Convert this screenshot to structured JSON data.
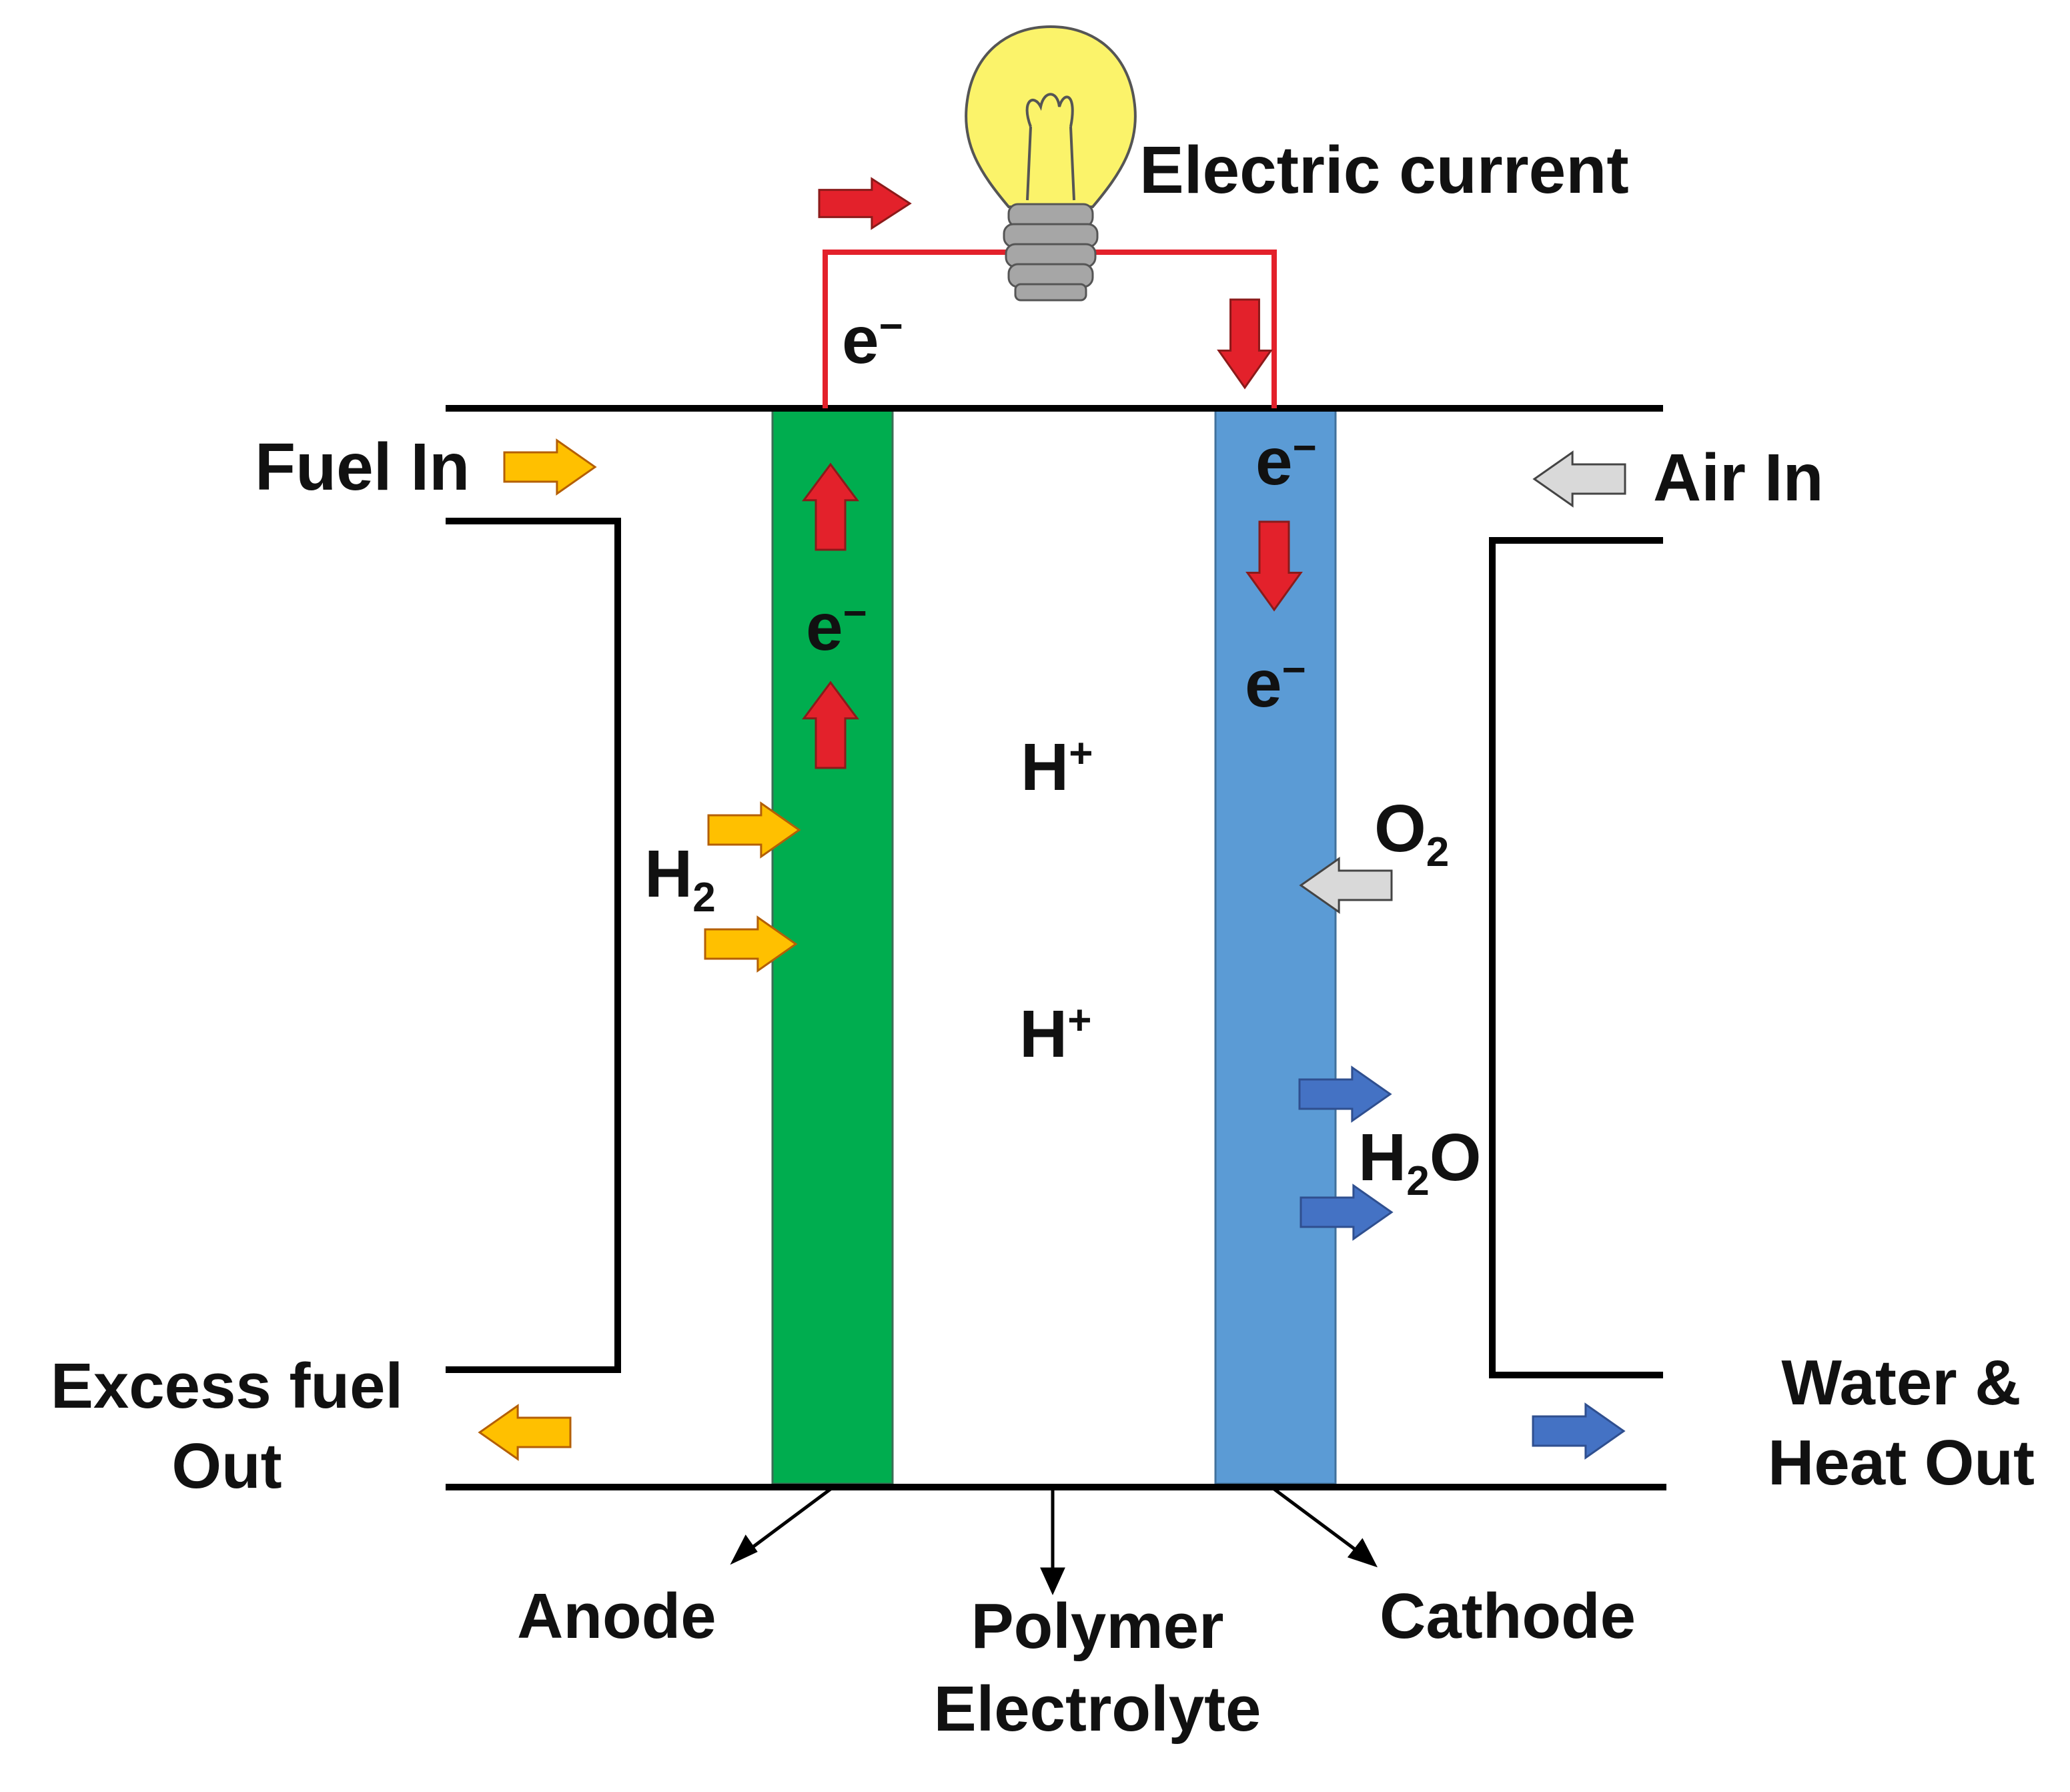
{
  "labels": {
    "electric_current": "Electric current",
    "fuel_in": "Fuel In",
    "air_in": "Air In",
    "excess_fuel_out_line1": "Excess fuel",
    "excess_fuel_out_line2": "Out",
    "water_heat_out_line1": "Water &",
    "water_heat_out_line2": "Heat Out",
    "anode": "Anode",
    "polymer_electrolyte_line1": "Polymer",
    "polymer_electrolyte_line2": "Electrolyte",
    "cathode": "Cathode"
  },
  "species": {
    "electron": {
      "base": "e",
      "sup": "−"
    },
    "proton": {
      "base": "H",
      "sup": "+"
    },
    "hydrogen": {
      "base": "H",
      "sub": "2"
    },
    "oxygen": {
      "base": "O",
      "sub": "2"
    },
    "water": {
      "base": "H",
      "sub": "2",
      "tail": "O"
    }
  },
  "colors": {
    "anode": "#00ad4f",
    "cathode": "#5b9bd5",
    "wire": "#e3212b",
    "electron_arrow": "#e3212b",
    "fuel_arrow": "#ffc000",
    "air_arrow": "#d9d9d9",
    "water_arrow": "#4472c4",
    "outline": "#000000",
    "bulb_glass": "#fbf36a",
    "bulb_base": "#a6a6a6"
  },
  "icons": {
    "bulb": "light-bulb-icon",
    "flow_arrow": "block-arrow-icon",
    "pointer_arrow": "pointer-arrow-icon"
  }
}
